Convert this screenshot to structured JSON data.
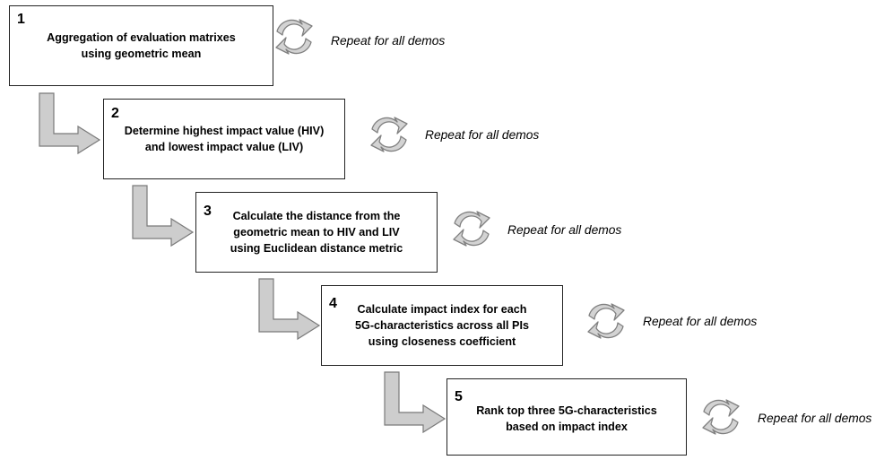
{
  "steps": [
    {
      "number": "1",
      "lines": [
        "Aggregation of evaluation matrixes",
        "using geometric mean"
      ],
      "repeat_label": "Repeat for all demos"
    },
    {
      "number": "2",
      "lines": [
        "Determine highest impact value (HIV)",
        "and lowest impact value (LIV)"
      ],
      "repeat_label": "Repeat for all demos"
    },
    {
      "number": "3",
      "lines": [
        "Calculate the distance from the",
        "geometric mean to HIV and LIV",
        "using Euclidean distance metric"
      ],
      "repeat_label": "Repeat for all demos"
    },
    {
      "number": "4",
      "lines": [
        "Calculate impact index for each",
        "5G-characteristics across all PIs",
        "using closeness coefficient"
      ],
      "repeat_label": "Repeat for all demos"
    },
    {
      "number": "5",
      "lines": [
        "Rank top three 5G-characteristics",
        "based on impact index"
      ],
      "repeat_label": "Repeat for all demos"
    }
  ],
  "icons": {
    "cycle": "refresh-cycle-icon",
    "connector": "elbow-arrow-icon"
  },
  "colors": {
    "arrow_fill": "#cdcdcd",
    "arrow_stroke": "#7a7a7a",
    "box_border": "#222222"
  }
}
